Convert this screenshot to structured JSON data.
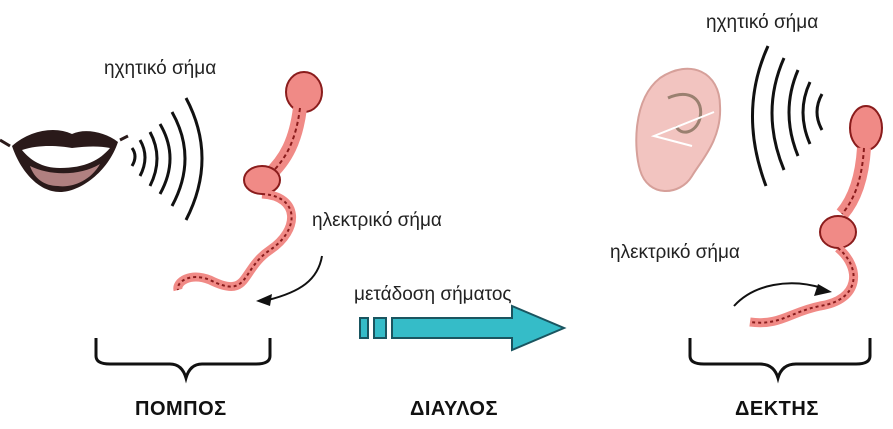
{
  "transmitter": {
    "sound_label": "ηχητικό σήμα",
    "electric_label": "ηλεκτρικό σήμα",
    "caption": "ΠΟΜΠΟΣ"
  },
  "channel": {
    "transmission_label": "μετάδοση σήματος",
    "caption": "ΔΙΑΥΛΟΣ"
  },
  "receiver": {
    "sound_label": "ηχητικό σήμα",
    "electric_label": "ηλεκτρικό σήμα",
    "caption": "ΔΕΚΤΗΣ"
  },
  "colors": {
    "phone": "#f08a86",
    "phone_dark": "#8a1c1c",
    "arrow": "#35bcc8",
    "ear": "#f2c4c0",
    "lips": "#2a1a1a"
  }
}
